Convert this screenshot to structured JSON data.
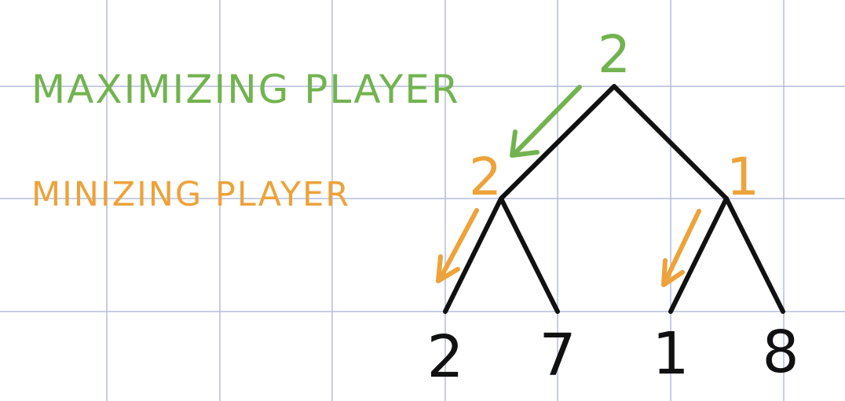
{
  "legend": {
    "maximizing_label": "MAXIMIZING PLAYER",
    "minimizing_label": "MINIZING PLAYER"
  },
  "tree": {
    "root_value": "2",
    "min_left_value": "2",
    "min_right_value": "1",
    "leaves": [
      "2",
      "7",
      "1",
      "8"
    ]
  },
  "colors": {
    "grid": "#b3bedb",
    "max": "#72b34f",
    "min": "#eda23a",
    "ink": "#111111"
  }
}
